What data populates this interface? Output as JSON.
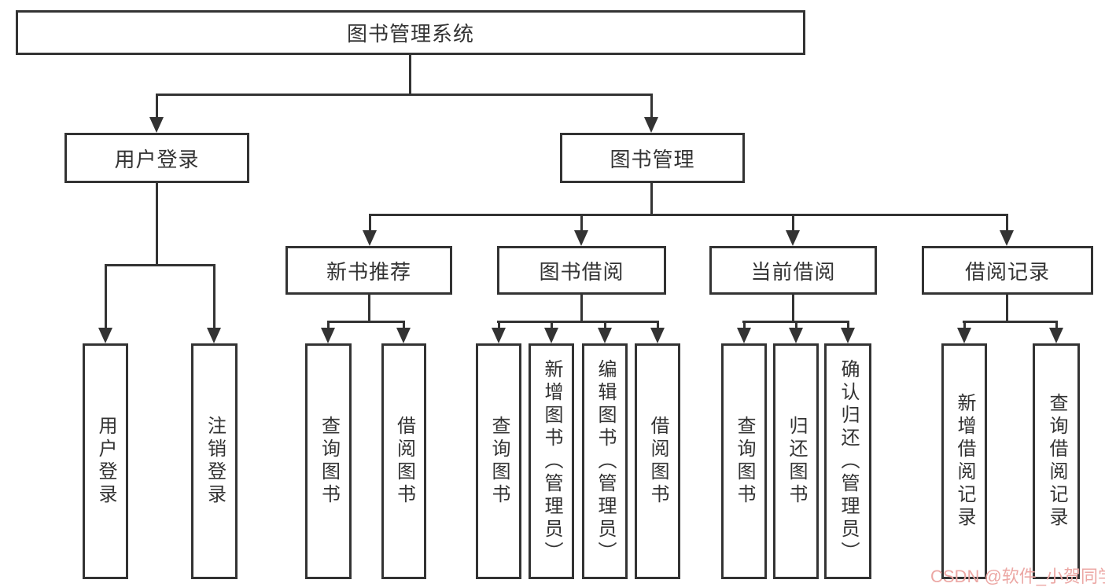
{
  "diagram": {
    "title": "图书管理系统",
    "type": "hierarchy-tree",
    "colors": {
      "line": "#333333",
      "text": "#333333",
      "box_background": "#ffffff",
      "watermark": "#eca7a4"
    },
    "nodes": {
      "root": {
        "label": "图书管理系统"
      },
      "userLogin": {
        "label": "用户登录"
      },
      "bookMgmt": {
        "label": "图书管理"
      },
      "newBookRec": {
        "label": "新书推荐"
      },
      "bookBorrow": {
        "label": "图书借阅"
      },
      "currentBorrow": {
        "label": "当前借阅"
      },
      "borrowRecord": {
        "label": "借阅记录"
      },
      "leafUserLogin": {
        "label": "用户登录"
      },
      "leafLogout": {
        "label": "注销登录"
      },
      "leafNbQuery": {
        "label": "查询图书"
      },
      "leafNbBorrow": {
        "label": "借阅图书"
      },
      "leafBbQuery": {
        "label": "查询图书"
      },
      "leafBbAdd": {
        "label": "新增图书（管理员）"
      },
      "leafBbEdit": {
        "label": "编辑图书（管理员）"
      },
      "leafBbBorrow": {
        "label": "借阅图书"
      },
      "leafCbQuery": {
        "label": "查询图书"
      },
      "leafCbReturn": {
        "label": "归还图书"
      },
      "leafCbConfirm": {
        "label": "确认归还（管理员）"
      },
      "leafBrAdd": {
        "label": "新增借阅记录"
      },
      "leafBrQuery": {
        "label": "查询借阅记录"
      }
    },
    "structure": {
      "图书管理系统": {
        "用户登录": [
          "用户登录",
          "注销登录"
        ],
        "图书管理": {
          "新书推荐": [
            "查询图书",
            "借阅图书"
          ],
          "图书借阅": [
            "查询图书",
            "新增图书（管理员）",
            "编辑图书（管理员）",
            "借阅图书"
          ],
          "当前借阅": [
            "查询图书",
            "归还图书",
            "确认归还（管理员）"
          ],
          "借阅记录": [
            "新增借阅记录",
            "查询借阅记录"
          ]
        }
      }
    },
    "watermark": {
      "text": "CSDN @软件_小贺同学"
    }
  }
}
